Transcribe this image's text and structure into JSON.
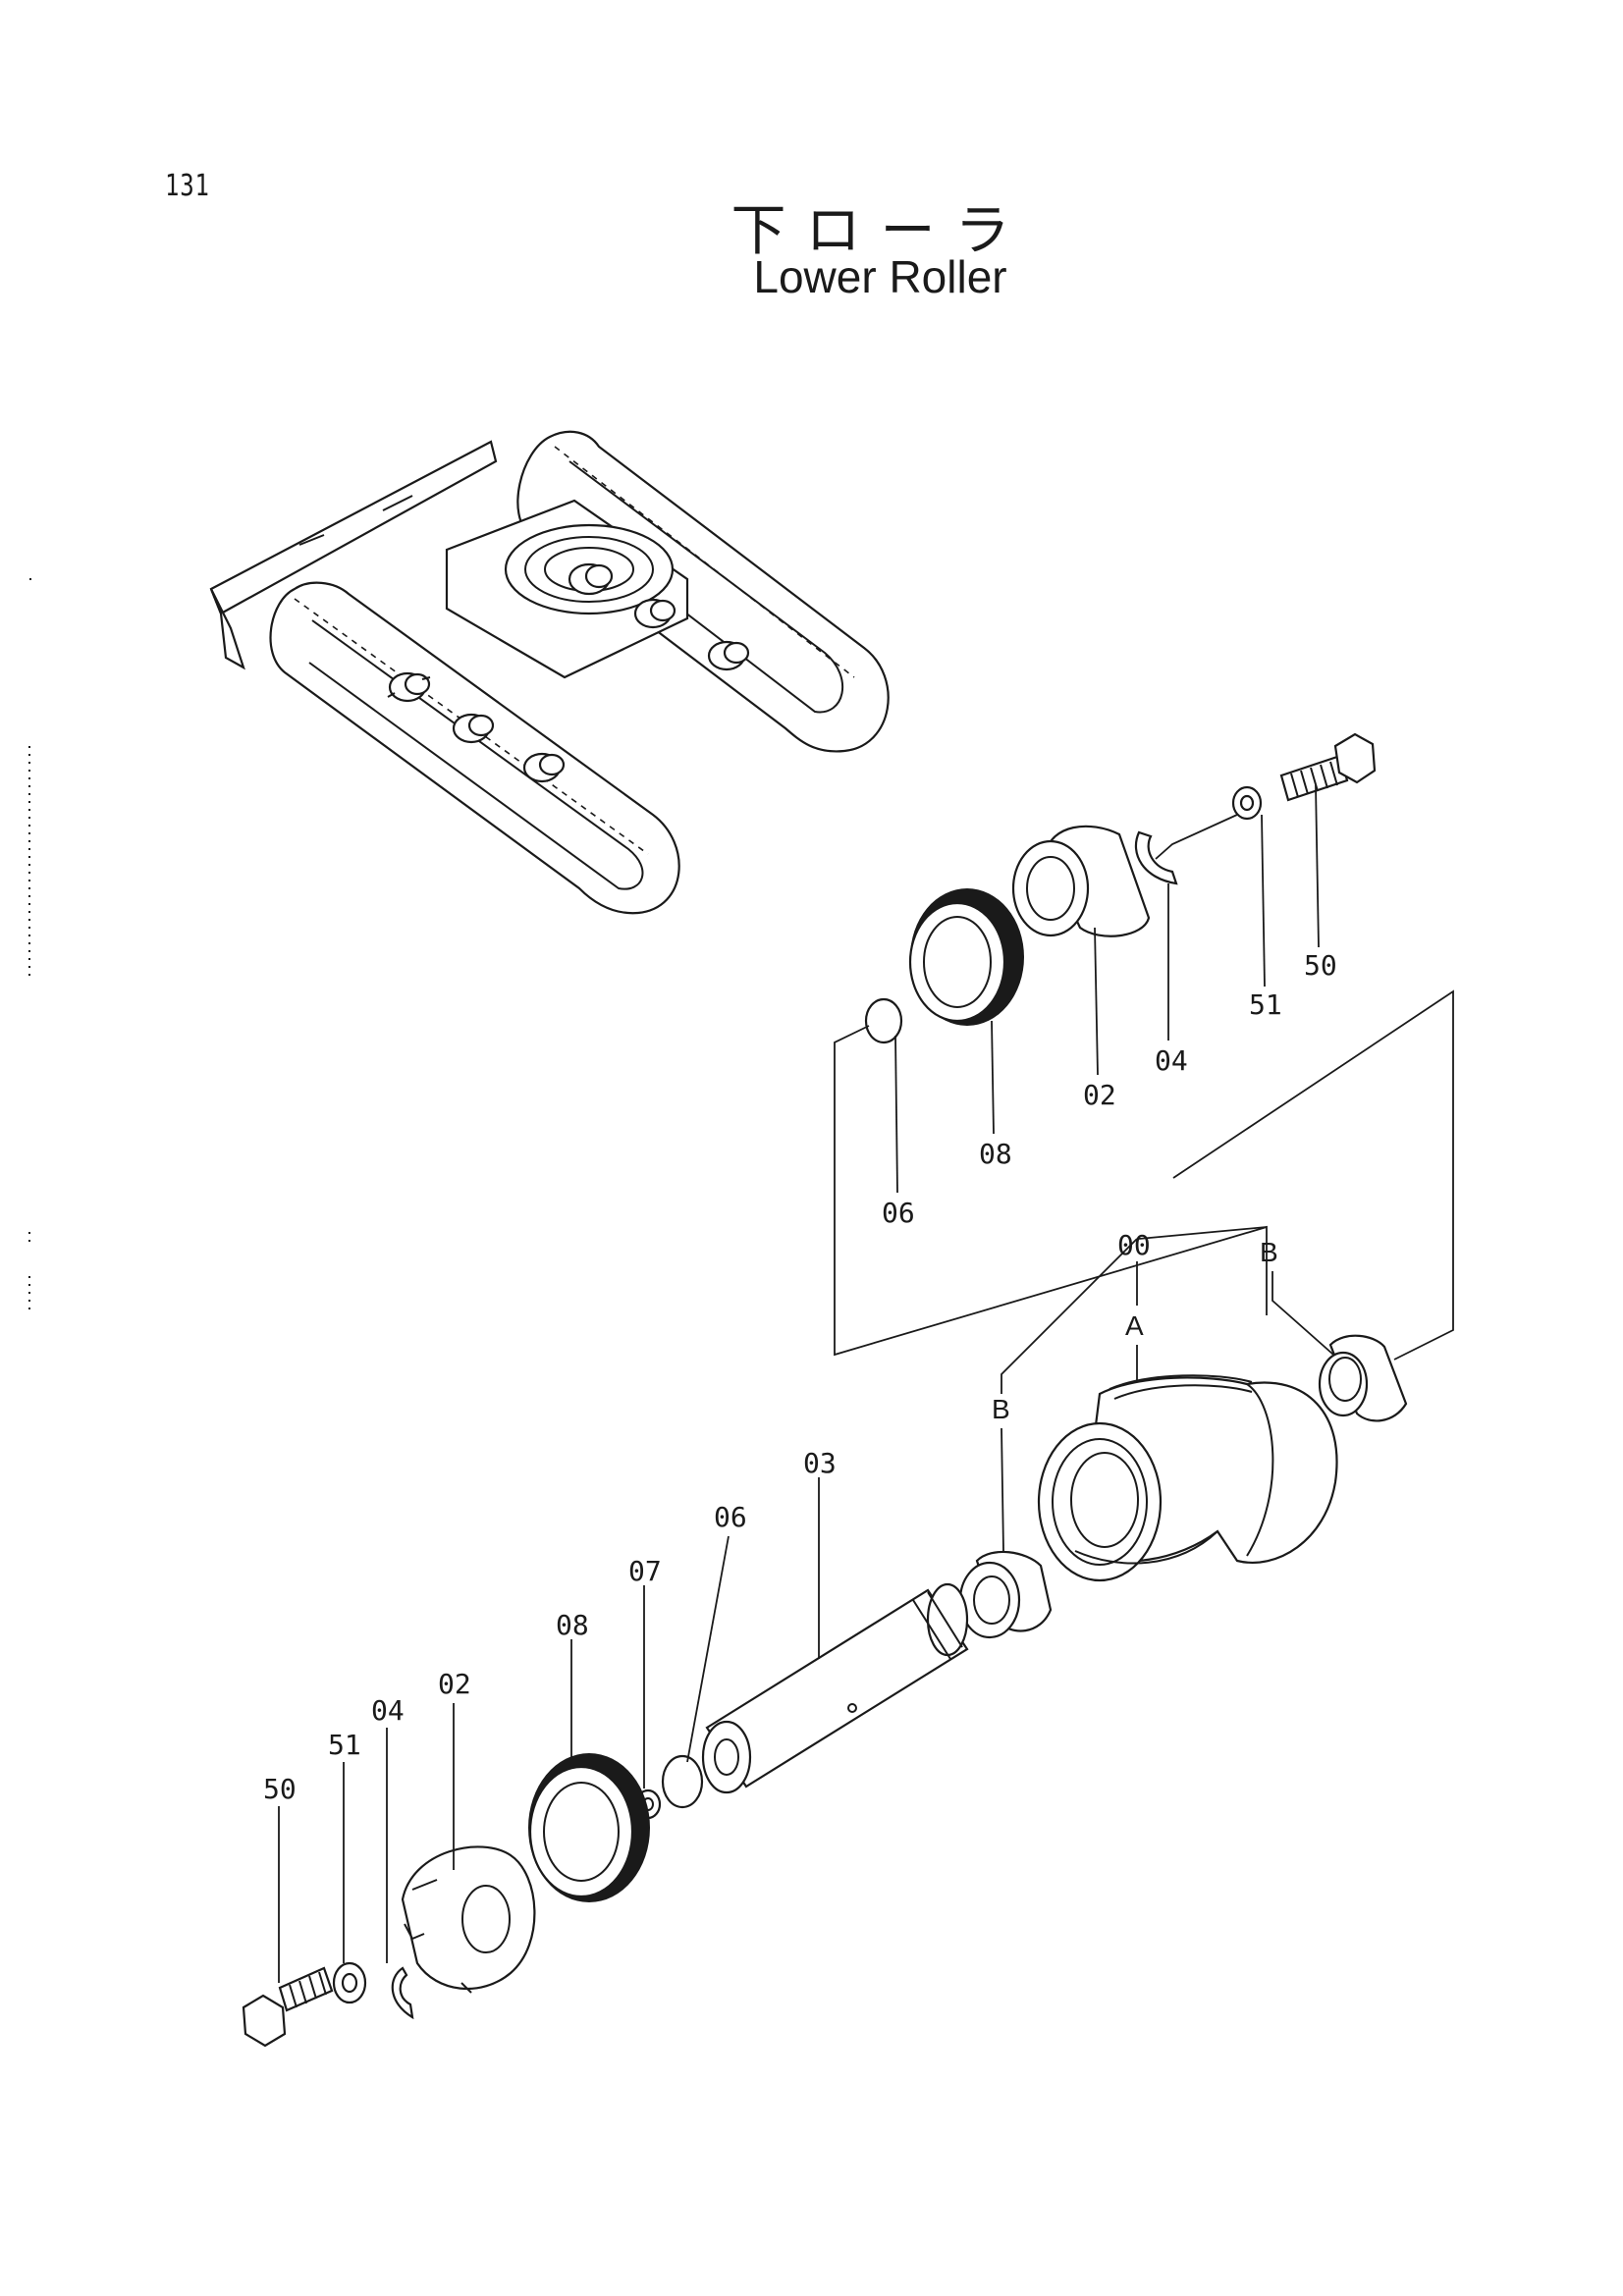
{
  "page_number": "131",
  "title_jp": "下ローラ",
  "title_en": "Lower Roller",
  "callouts": {
    "top_50": "50",
    "top_51": "51",
    "top_04": "04",
    "top_02": "02",
    "top_08": "08",
    "top_06": "06",
    "assy_00": "00",
    "sub_a": "A",
    "sub_b_right": "B",
    "sub_b_left": "B",
    "shaft_03": "03",
    "bot_06": "06",
    "bot_07": "07",
    "bot_08": "08",
    "bot_02": "02",
    "bot_04": "04",
    "bot_51": "51",
    "bot_50": "50"
  }
}
